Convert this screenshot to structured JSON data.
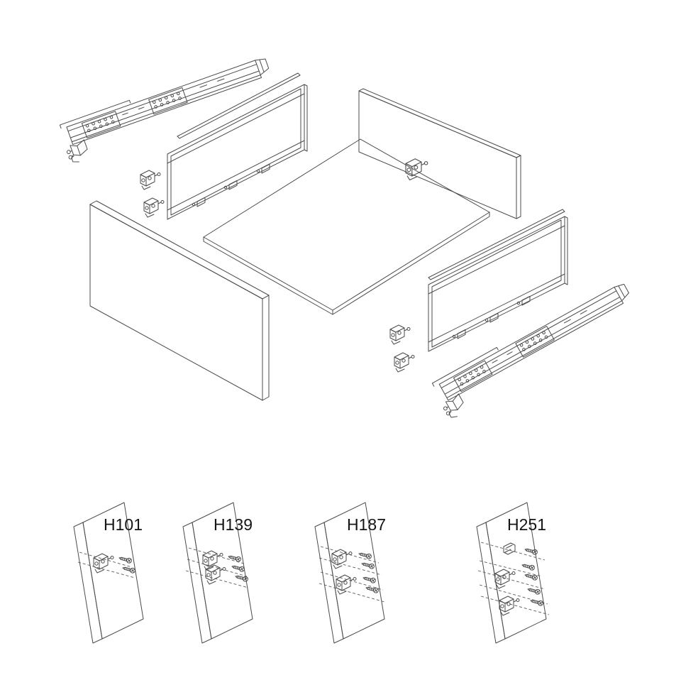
{
  "meta": {
    "background_color": "#ffffff",
    "line_color": "#4b4b4b",
    "text_color": "#151515",
    "diagram_type": "exploded-drawer-assembly"
  },
  "detail_views": [
    {
      "label": "H101"
    },
    {
      "label": "H139"
    },
    {
      "label": "H187"
    },
    {
      "label": "H251"
    }
  ]
}
